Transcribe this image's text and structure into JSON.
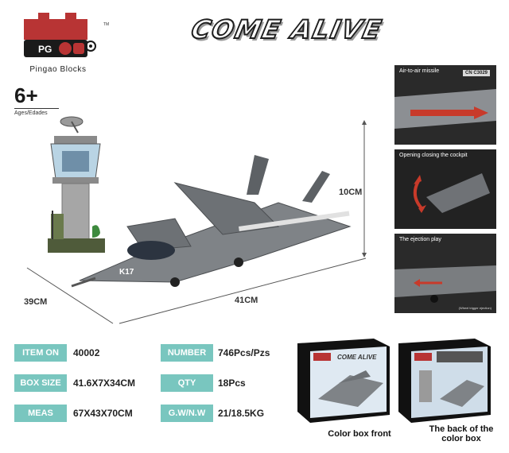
{
  "brand": {
    "logo_icon": "pingao-blocks-logo-icon",
    "logo_mark": "PG",
    "name": "Pingao Blocks",
    "tm": "TM",
    "color_primary": "#b83434",
    "color_dark": "#1a1a1a"
  },
  "headline": "COME ALIVE",
  "age": {
    "number": "6+",
    "label": "Ages/Edades"
  },
  "dimensions": {
    "height": "10CM",
    "length": "41CM",
    "depth": "39CM"
  },
  "product_marking": "K17",
  "panels": [
    {
      "title": "Air-to-air missile",
      "badge": "CN\nC3029",
      "icon": "missile-closeup"
    },
    {
      "title": "Opening closing the cockpit",
      "icon": "rotate-arrow-icon"
    },
    {
      "title": "The ejection play",
      "caption": "(Wheel trigger ejection)",
      "icon": "ejection-arrow-icon"
    }
  ],
  "specs": [
    {
      "label": "ITEM ON",
      "value": "40002",
      "label2": "NUMBER",
      "value2": "746Pcs/Pzs"
    },
    {
      "label": "BOX SIZE",
      "value": "41.6X7X34CM",
      "label2": "QTY",
      "value2": "18Pcs"
    },
    {
      "label": "MEAS",
      "value": "67X43X70CM",
      "label2": "G.W/N.W",
      "value2": "21/18.5KG"
    }
  ],
  "spec_color": "#79c6bf",
  "boxes": {
    "front_caption": "Color box front",
    "back_caption": "The back of the color box",
    "box_title": "COME ALIVE"
  }
}
